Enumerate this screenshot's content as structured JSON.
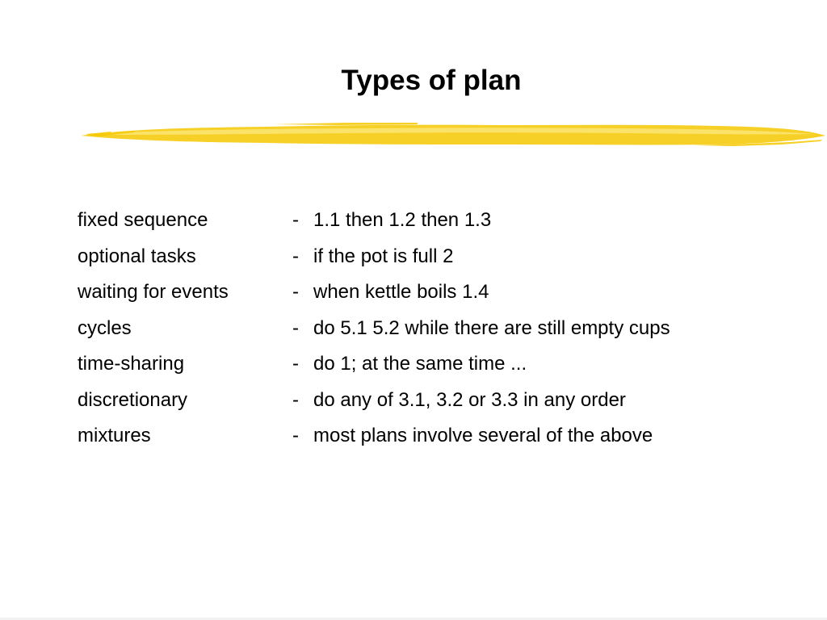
{
  "slide": {
    "title": "Types of plan",
    "accent_color": "#f5c800",
    "plans": [
      {
        "term": "fixed sequence",
        "dash": "-",
        "description": "1.1 then 1.2 then 1.3"
      },
      {
        "term": "optional tasks",
        "dash": "-",
        "description": "if the pot is full 2"
      },
      {
        "term": "waiting for events",
        "dash": "-",
        "description": "when kettle boils 1.4"
      },
      {
        "term": "cycles",
        "dash": "-",
        "description": "do 5.1 5.2 while there are still empty cups"
      },
      {
        "term": "time-sharing",
        "dash": "-",
        "description": "do 1; at the same time ..."
      },
      {
        "term": "discretionary",
        "dash": "-",
        "description": "do any of 3.1, 3.2 or 3.3 in any order"
      },
      {
        "term": "mixtures",
        "dash": "-",
        "description": "most plans involve several of the above"
      }
    ]
  }
}
